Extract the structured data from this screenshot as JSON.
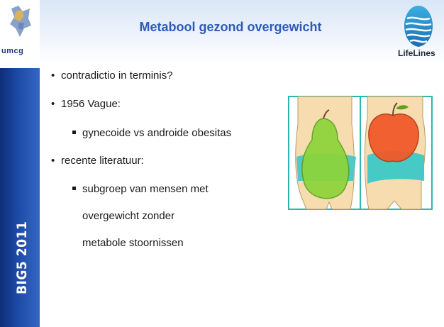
{
  "slide": {
    "title": "Metabool gezond overgewicht",
    "footer_vertical": "BIG5 2011"
  },
  "logos": {
    "left": "umcg",
    "right": "LifeLines"
  },
  "bullets": [
    {
      "text": "contradictio in terminis?"
    },
    {
      "text": "1956 Vague:"
    },
    {
      "text": "gynecoide vs androide obesitas"
    },
    {
      "text": "recente literatuur:"
    },
    {
      "text": "subgroep van mensen met"
    },
    {
      "text": "overgewicht zonder"
    },
    {
      "text": "metabole stoornissen"
    }
  ],
  "illustration": {
    "left_fruit": "pear-icon",
    "right_fruit": "apple-icon",
    "colors": {
      "frame": "#2bb6b1",
      "pear": "#8cd43a",
      "apple": "#f05a2a",
      "skin": "#f6dcae",
      "accent": "#34c6c8"
    }
  },
  "colors": {
    "title": "#2e5bb7",
    "sidebar": "#1d4aa6"
  }
}
